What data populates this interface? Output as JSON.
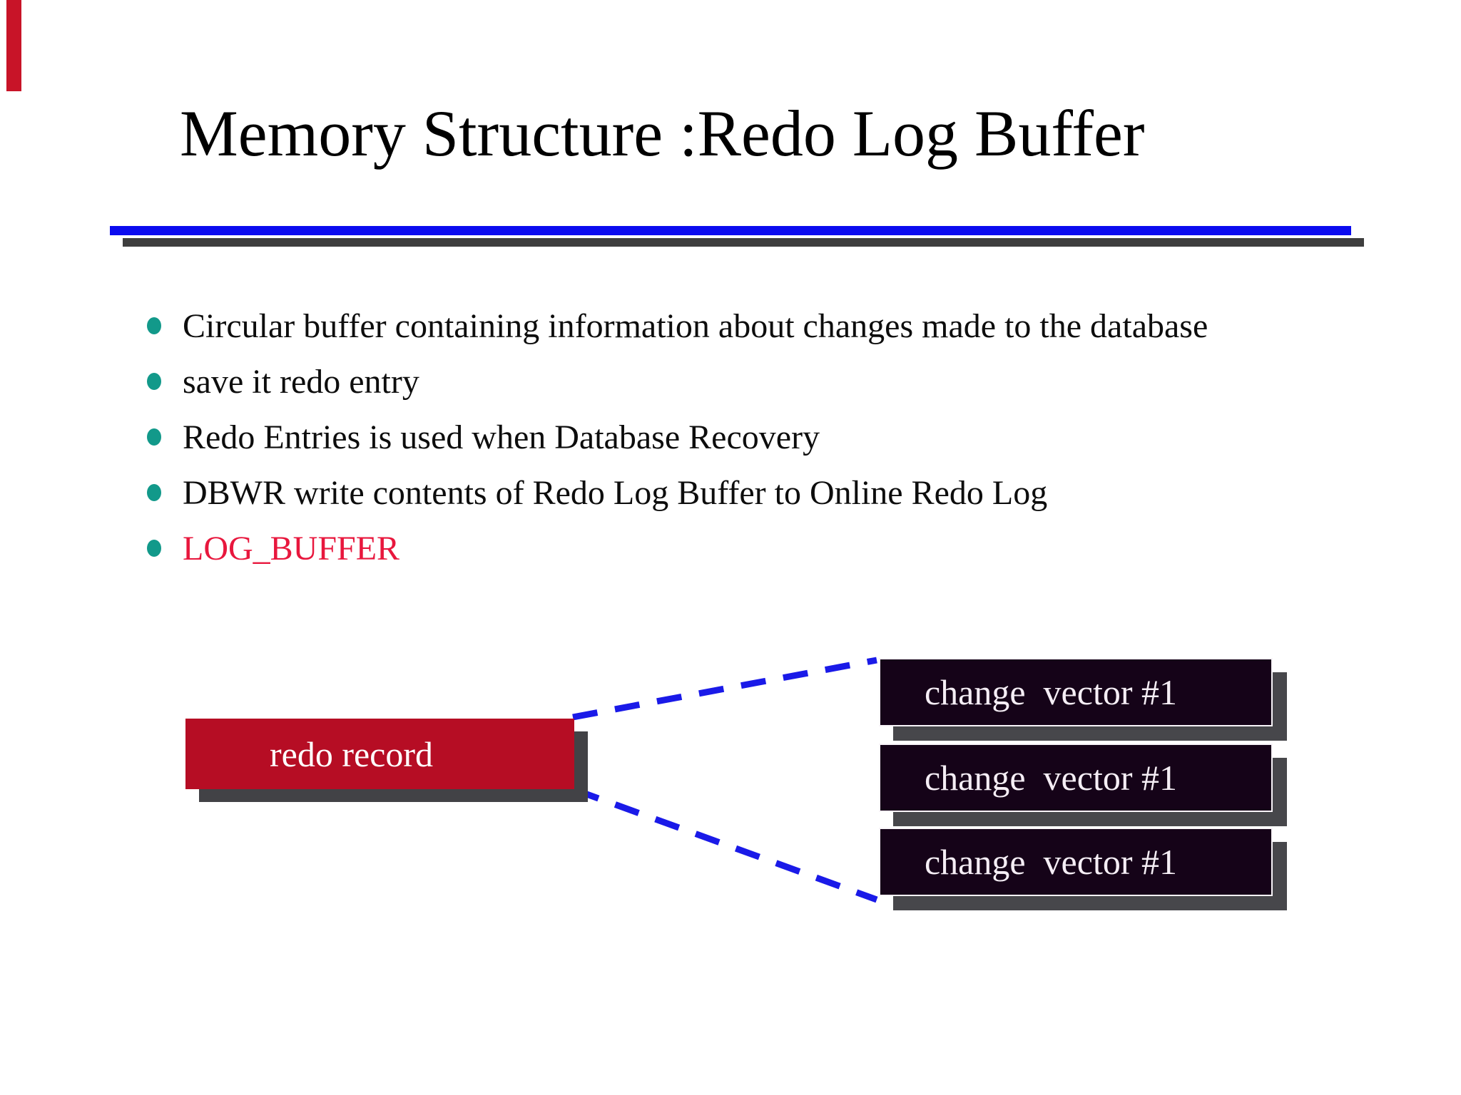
{
  "slide": {
    "title": "Memory Structure :Redo Log Buffer",
    "bullets": [
      {
        "text": "Circular buffer containing information about changes made to the database"
      },
      {
        "text": "save it redo entry"
      },
      {
        "text": "Redo Entries is used when Database Recovery"
      },
      {
        "text": "DBWR write contents of Redo Log Buffer to Online Redo Log"
      },
      {
        "text": "LOG_BUFFER"
      }
    ],
    "diagram": {
      "redo_box_label": "redo record",
      "change_boxes": [
        "change  vector #1",
        "change  vector #1",
        "change  vector #1"
      ]
    },
    "colors": {
      "accent_text_red": "#e8173d",
      "bullet_teal": "#12998a",
      "title_rule_blue": "#0b0bef",
      "title_rule_gray": "#3e3e3e",
      "redo_box_red": "#b60d24",
      "change_box_dark": "#150318",
      "connector_blue": "#1a1ae8",
      "shadow_gray": "#47474b",
      "corner_bar_red": "#c81428"
    }
  }
}
